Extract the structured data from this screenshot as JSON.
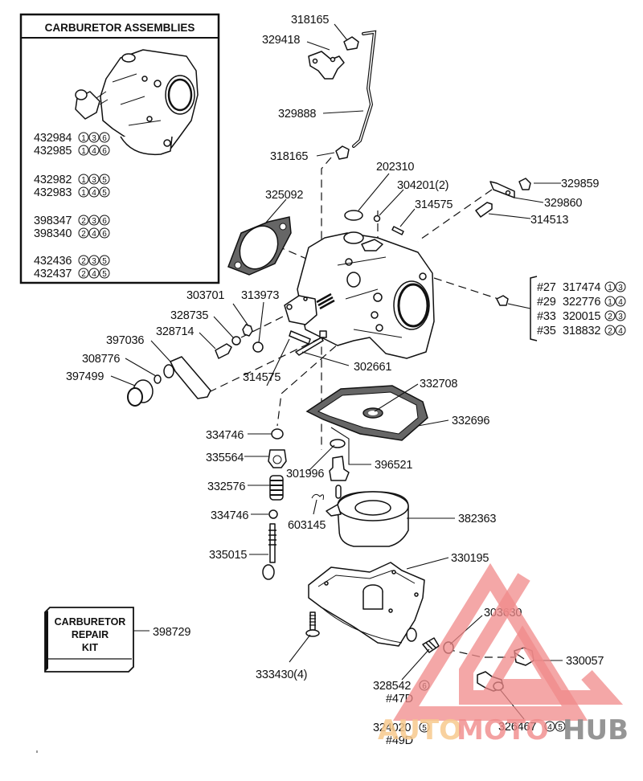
{
  "title_box": {
    "title": "CARBURETOR ASSEMBLIES",
    "assemblies": [
      {
        "part": "432984",
        "codes": [
          "1",
          "3",
          "6"
        ]
      },
      {
        "part": "432985",
        "codes": [
          "1",
          "4",
          "6"
        ]
      },
      {
        "part": "432982",
        "codes": [
          "1",
          "3",
          "5"
        ]
      },
      {
        "part": "432983",
        "codes": [
          "1",
          "4",
          "5"
        ]
      },
      {
        "part": "398347",
        "codes": [
          "2",
          "3",
          "6"
        ]
      },
      {
        "part": "398340",
        "codes": [
          "2",
          "4",
          "6"
        ]
      },
      {
        "part": "432436",
        "codes": [
          "2",
          "3",
          "5"
        ]
      },
      {
        "part": "432437",
        "codes": [
          "2",
          "4",
          "5"
        ]
      }
    ]
  },
  "jets_bracket": [
    {
      "size": "#27",
      "part": "317474",
      "codes": [
        "1",
        "3"
      ]
    },
    {
      "size": "#29",
      "part": "322776",
      "codes": [
        "1",
        "4"
      ]
    },
    {
      "size": "#33",
      "part": "320015",
      "codes": [
        "2",
        "3"
      ]
    },
    {
      "size": "#35",
      "part": "318832",
      "codes": [
        "2",
        "4"
      ]
    }
  ],
  "labels": {
    "p318165_top": "318165",
    "p329418": "329418",
    "p329888": "329888",
    "p318165_bot": "318165",
    "p202310": "202310",
    "p304201": "304201(2)",
    "p314575_top": "314575",
    "p329859": "329859",
    "p329860": "329860",
    "p314513": "314513",
    "p325092": "325092",
    "p303701": "303701",
    "p313973": "313973",
    "p328735": "328735",
    "p328714": "328714",
    "p397036": "397036",
    "p308776": "308776",
    "p397499": "397499",
    "p314575_mid": "314575",
    "p302661": "302661",
    "p332708": "332708",
    "p332696": "332696",
    "p334746_a": "334746",
    "p335564": "335564",
    "p301996": "301996",
    "p396521": "396521",
    "p332576": "332576",
    "p334746_b": "334746",
    "p603145": "603145",
    "p382363": "382363",
    "p335015": "335015",
    "p330195": "330195",
    "p398729": "398729",
    "p303630": "303630",
    "p330057": "330057",
    "p333430": "333430(4)",
    "p328542": "328542",
    "p328542_code": "6",
    "p328542_size": "#47D",
    "p324020": "324020",
    "p324020_code": "5",
    "p324020_size": "#49D",
    "p326467": "326467",
    "p326467_codes": [
      "4",
      "5"
    ]
  },
  "repair_kit": {
    "line1": "CARBURETOR",
    "line2": "REPAIR",
    "line3": "KIT"
  },
  "watermark": {
    "auto": "AUTO",
    "moto": "MOTO",
    "hub": "HUB"
  }
}
